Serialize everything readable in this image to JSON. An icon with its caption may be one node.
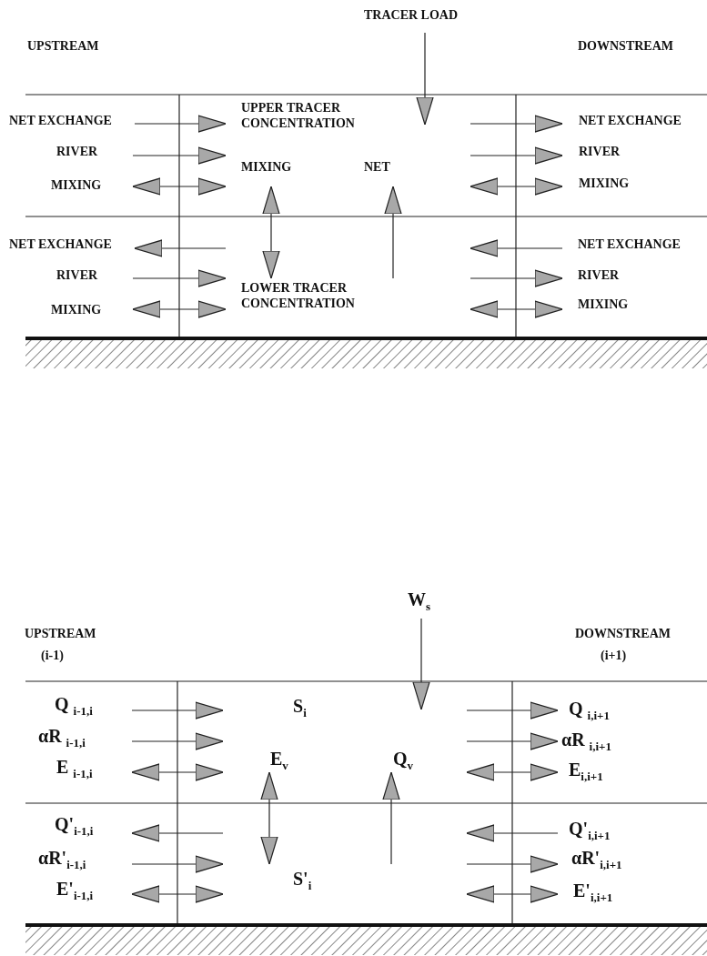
{
  "diagram": {
    "labels": [
      "TRACER LOAD",
      "UPSTREAM",
      "DOWNSTREAM",
      "NET EXCHANGE",
      "UPPER TRACER CONCENTRATION",
      "NET EXCHANGE",
      "RIVER",
      "RIVER",
      "MIXING",
      "MIXING",
      "NET",
      "MIXING",
      "NET EXCHANGE",
      "NET EXCHANGE",
      "RIVER",
      "RIVER",
      "LOWER TRACER CONCENTRATION",
      "MIXING",
      "MIXING",
      "W$_{s}$",
      "UPSTREAM",
      "DOWNSTREAM",
      "(i-1)",
      "(i+1)",
      "Q $_{i-1,i}$",
      "S$_{i}$",
      "Q $_{i,i+1}$",
      "αR $_{i-1,i}$",
      "αR $_{i,i+1}$",
      "E$_{v}$",
      "Q$_{v}$",
      "E $_{i-1,i}$",
      "E$_{i,i+1}$",
      "Q'$_{i-1,i}$",
      "Q'$_{i,i+1}$",
      "αR'$_{i-1,i}$",
      "αR'$_{i,i+1}$",
      "S'$_{i}$",
      "E'$_{i-1,i}$",
      "E'$_{i,i+1}$"
    ]
  }
}
